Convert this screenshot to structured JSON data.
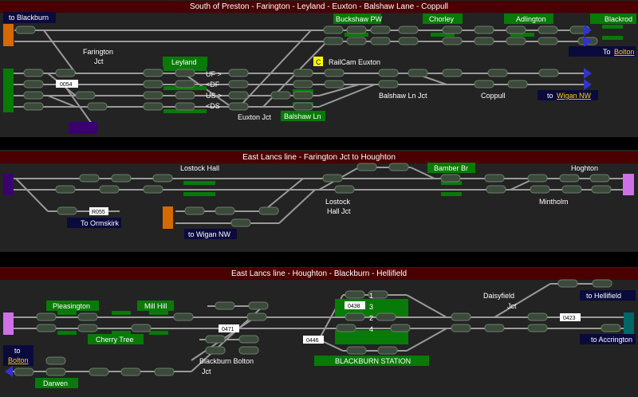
{
  "panels": [
    {
      "title": "South of Preston - Farington - Leyland - Euxton - Balshaw Lane - Coppull"
    },
    {
      "title": "East Lancs line - Farington Jct to Houghton"
    },
    {
      "title": "East Lancs line - Houghton - Blackburn - Hellifield"
    }
  ],
  "p1": {
    "to_blackburn": "to Blackburn",
    "farington_jct_1": "Farington",
    "farington_jct_2": "Jct",
    "leyland": "Leyland",
    "uf": "UF >",
    "df": "<DF",
    "us": "US >",
    "ds": "<DS",
    "euxton_jct": "Euxton Jct",
    "balshaw_ln": "Balshaw Ln",
    "buckshaw_pw": "Buckshaw PW",
    "chorley": "Chorley",
    "adlington": "Adlington",
    "blackrod": "Blackrod",
    "railcam_icon": "C",
    "railcam": "RailCam Euxton",
    "balshaw_ln_jct": "Balshaw Ln Jct",
    "coppull": "Coppull",
    "to_bolton_pre": "To",
    "to_bolton_link": "Bolton",
    "to_wigan_pre": "to",
    "to_wigan_link": "Wigan NW",
    "box_0054": "0054"
  },
  "p2": {
    "lostock_hall": "Lostock Hall",
    "bamber_br": "Bamber Br",
    "hoghton": "Hoghton",
    "lostock_hall_jct_1": "Lostock",
    "lostock_hall_jct_2": "Hall Jct",
    "mintholm": "Mintholm",
    "to_ormskirk": "To Ormskirk",
    "to_wigan_nw": "to Wigan NW",
    "box_r055": "R055"
  },
  "p3": {
    "pleasington": "Pleasington",
    "mill_hill": "Mill Hill",
    "cherry_tree": "Cherry Tree",
    "darwen": "Darwen",
    "blackburn_bolton_jct_1": "Blackburn Bolton",
    "blackburn_bolton_jct_2": "Jct",
    "blackburn_station": "BLACKBURN STATION",
    "daisyfield_jct_1": "Daisyfield",
    "daisyfield_jct_2": "Jct",
    "to_hellifield": "to Hellifield",
    "to_accrington": "to Accrington",
    "to_bolton_pre": "to",
    "to_bolton_link": "Bolton",
    "plat1": "1",
    "plat3": "3",
    "plat2": "2",
    "plat4": "4",
    "box_0471": "0471",
    "box_0438": "0438",
    "box_0446": "0446",
    "box_0423": "0423"
  },
  "colors": {
    "header": "#4a0000",
    "panel": "#232323",
    "platform": "#087a08",
    "link": "#ffd700",
    "exit_purple": "#3a0070",
    "exit_violet": "#d070e8",
    "exit_orange": "#d46a00",
    "exit_teal": "#006666",
    "exit_arrow": "#3333cc"
  }
}
